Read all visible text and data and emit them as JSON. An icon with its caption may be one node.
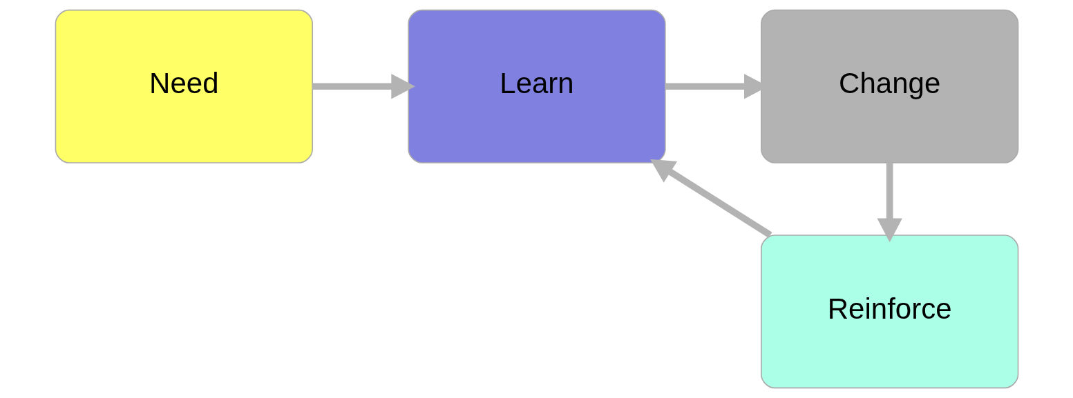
{
  "diagram": {
    "nodes": [
      {
        "text": [
          "Need"
        ]
      },
      {
        "text": [
          "Learn"
        ]
      },
      {
        "text": [
          "Change"
        ]
      },
      {
        "text": [
          "Reinforce"
        ]
      }
    ],
    "edges": [
      {
        "from": 0,
        "to": 1,
        "arrow": "to"
      },
      {
        "from": 1,
        "to": 2,
        "arrow": "to"
      },
      {
        "from": 2,
        "to": 3,
        "arrow": "to"
      },
      {
        "from": 3,
        "to": 1,
        "arrow": "to"
      }
    ]
  }
}
